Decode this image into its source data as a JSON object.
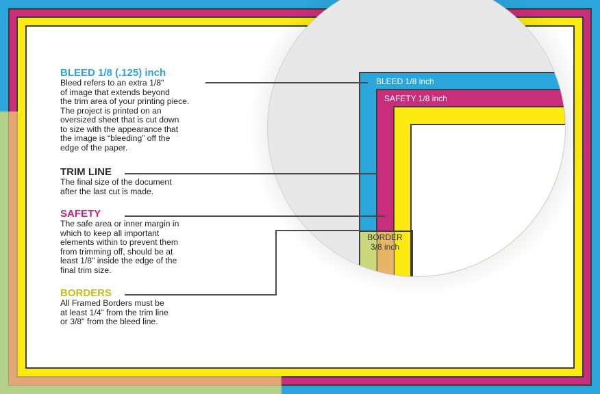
{
  "colors": {
    "bleed": "#2ba6dd",
    "safety": "#c92e7c",
    "trim_yellow": "#fcea10",
    "border_green": "#b3d18b",
    "border_orange": "#e3a676",
    "heading_trim": "#2e2e2e",
    "heading_safety": "#c9207a",
    "heading_borders": "#c4bd1a",
    "magnifier_bg": "#e8e8e8"
  },
  "sections": {
    "bleed": {
      "heading": "BLEED 1/8 (.125) inch",
      "body": "Bleed refers to an extra 1/8\"\nof image that extends beyond\nthe trim area of your printing piece.\nThe project is printed on an\noversized sheet that is cut down\nto size with the appearance that\nthe image is “bleeding” off the\nedge of the paper."
    },
    "trim": {
      "heading": "TRIM LINE",
      "body": "The final size of the document\nafter the last cut is made."
    },
    "safety": {
      "heading": "SAFETY",
      "body": "The safe area or inner margin in\nwhich to keep all important\nelements within to prevent them\nfrom trimming off, should be at\nleast 1/8\" inside the edge of the\nfinal trim size."
    },
    "borders": {
      "heading": "BORDERS",
      "body": "All Framed Borders must be\nat least 1/4” from the trim line\nor 3/8\" from the bleed line."
    }
  },
  "magnifier": {
    "bleed_label": "BLEED 1/8 inch",
    "safety_label": "SAFETY 1/8 inch",
    "border_label_line1": "BORDER",
    "border_label_line2": "3/8 inch"
  }
}
